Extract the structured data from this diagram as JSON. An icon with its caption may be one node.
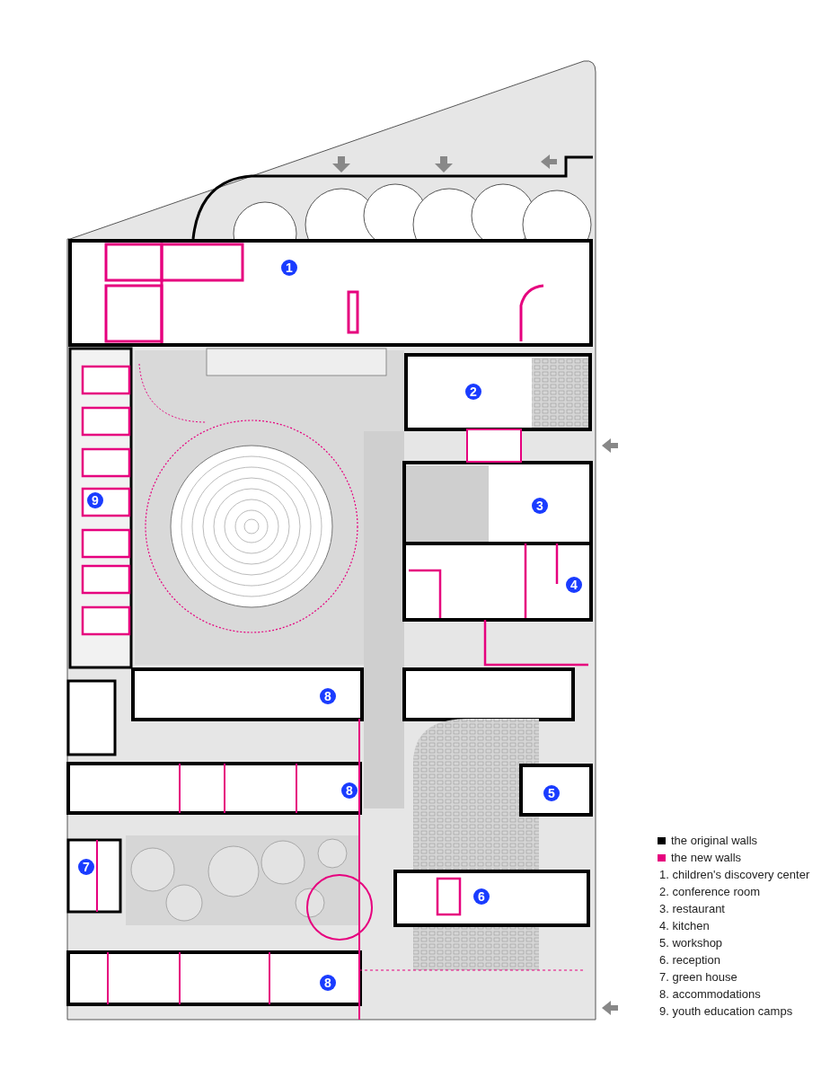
{
  "diagram": {
    "labels": [
      "1",
      "2",
      "9",
      "3",
      "4",
      "8",
      "8",
      "5",
      "7",
      "6",
      "8"
    ],
    "legend": [
      {
        "text": "the original walls",
        "color": "#000000"
      },
      {
        "text": "the new walls",
        "color": "#e6007e"
      },
      {
        "text": "1. children's discovery center"
      },
      {
        "text": "2. conference room"
      },
      {
        "text": "3. restaurant"
      },
      {
        "text": "4. kitchen"
      },
      {
        "text": "5. workshop"
      },
      {
        "text": "6. reception"
      },
      {
        "text": "7. green house"
      },
      {
        "text": "8. accommodations"
      },
      {
        "text": "9. youth education camps"
      }
    ]
  }
}
